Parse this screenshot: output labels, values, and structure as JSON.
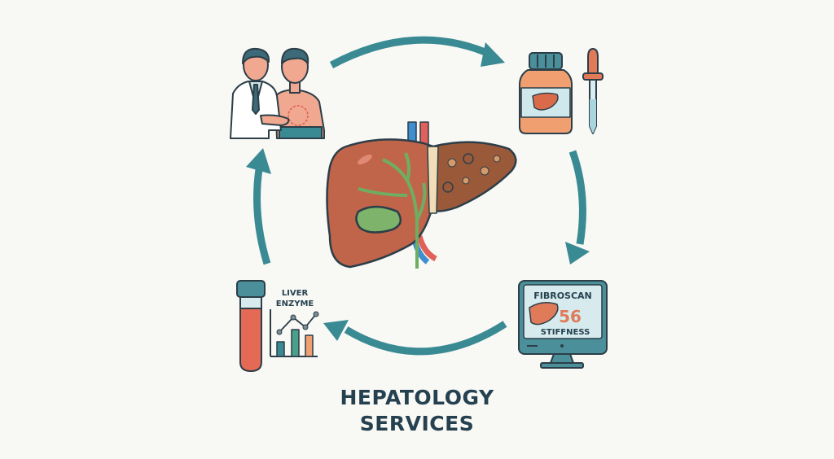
{
  "title": {
    "line1": "HEPATOLOGY",
    "line2": "SERVICES"
  },
  "center": {
    "icon": "liver-icon",
    "description": "Liver with healthy right lobe and diseased (cirrhotic) left lobe, gallbladder and bile ducts"
  },
  "steps": [
    {
      "name": "consultation",
      "icon": "doctor-patient-exam-icon"
    },
    {
      "name": "medication",
      "icon": "medicine-bottle-dropper-icon"
    },
    {
      "name": "fibroscan",
      "icon": "monitor-icon",
      "screen_title": "FIBROSCAN",
      "value": "56",
      "caption": "STIFFNESS"
    },
    {
      "name": "blood-test",
      "icon": "test-tube-chart-icon",
      "label_line1": "LIVER",
      "label_line2": "ENZYME"
    }
  ],
  "colors": {
    "arrow": "#3a8a93",
    "teal_dark": "#2f6d78",
    "outline": "#2c3e48",
    "liver": "#c0654a",
    "orange": "#e89a6b",
    "accent_number": "#e07b5a",
    "background": "#f8f8f5"
  }
}
